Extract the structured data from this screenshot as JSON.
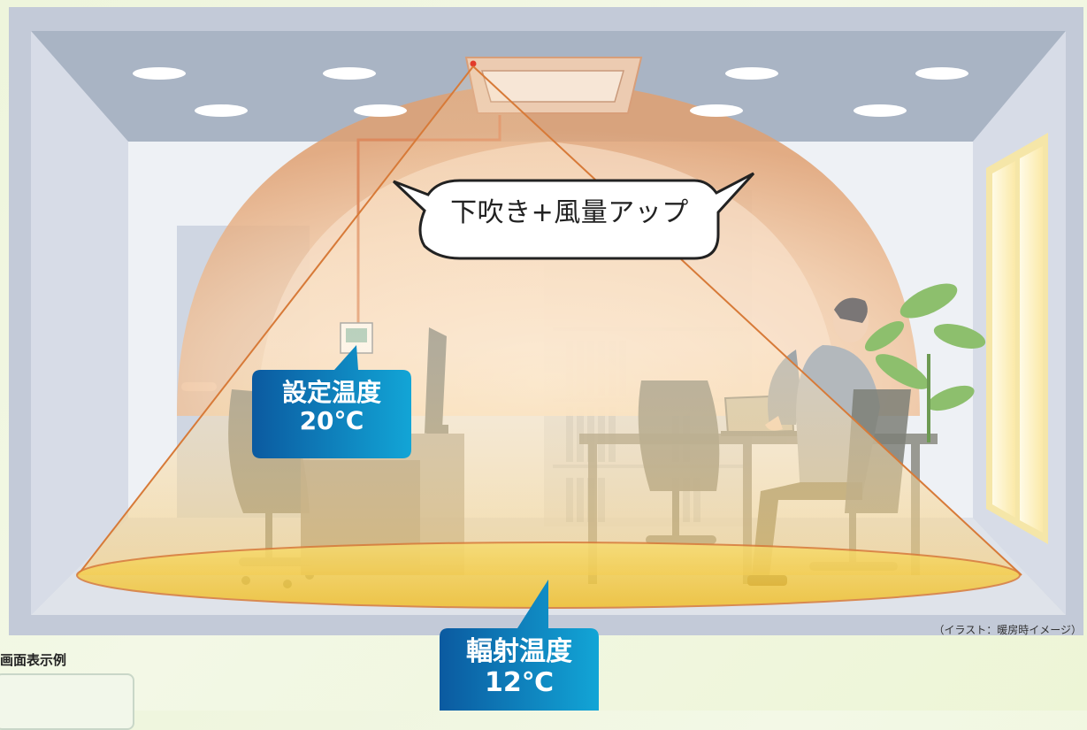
{
  "speech_bubble": {
    "text": "下吹き+風量アップ"
  },
  "set_temp_label": {
    "line1": "設定温度",
    "line2": "20℃"
  },
  "radiant_temp_label": {
    "line1": "輻射温度",
    "line2": "12℃"
  },
  "caption": "（イラスト：暖房時イメージ）",
  "screen_example_title": "画面表示例",
  "colors": {
    "ceiling": "#a9b4c4",
    "wall": "#d5dbe7",
    "warm_air": "#e1a577",
    "floor_ellipse": "#f1c232",
    "label_bg_start": "#0b5aa0",
    "label_bg_end": "#12a5d6",
    "background": "#eef5dc"
  },
  "icons": [
    "ceiling-ac-unit-icon",
    "wall-thermostat-icon",
    "person-at-desk-icon",
    "office-chair-icon",
    "monitor-icon",
    "laptop-icon",
    "bookshelf-icon",
    "plant-icon",
    "window-icon",
    "door-icon",
    "ceiling-light-icon"
  ]
}
